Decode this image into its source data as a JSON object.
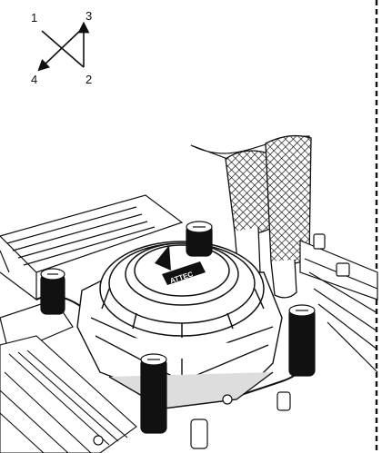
{
  "sequence": {
    "step1": "1",
    "step2": "2",
    "step3": "3",
    "step4": "4"
  },
  "colors": {
    "line": "#111111",
    "fill": "#ffffff",
    "shade": "#dddddd",
    "screw": "#111111"
  },
  "logo_lettering": "ATTEC"
}
